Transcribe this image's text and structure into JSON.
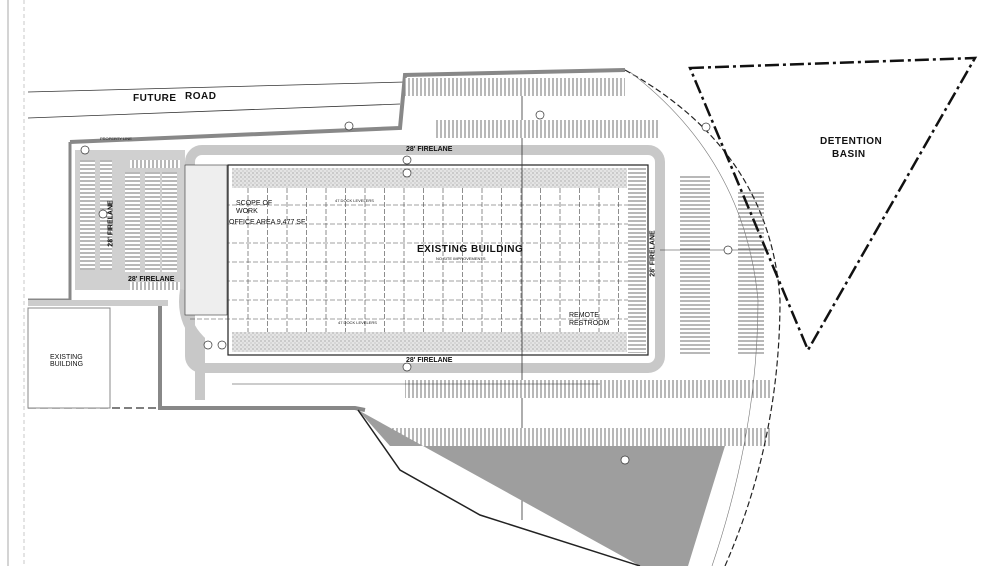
{
  "drawing": {
    "road_label_1": "FUTURE",
    "road_label_2": "ROAD",
    "detention_label_1": "DETENTION",
    "detention_label_2": "BASIN",
    "existing_building": "EXISTING BUILDING",
    "existing_building_note": "NO SITE IMPROVEMENTS",
    "scope_of_work_1": "SCOPE OF",
    "scope_of_work_2": "WORK",
    "office_area": "OFFICE AREA 9,477 SF.",
    "firelane_top": "28' FIRELANE",
    "firelane_bottom": "28' FIRELANE",
    "firelane_right": "28' FIRELANE",
    "firelane_left": "28' FIRELANE",
    "firelane_lot": "28' FIRELANE",
    "remote_restroom_1": "REMOTE",
    "remote_restroom_2": "RESTROOM",
    "left_building_1": "EXISTING",
    "left_building_2": "BUILDING",
    "property_line": "PROPERTY LINE",
    "dock_levelers_top": "47 DOCK LEVELERS",
    "dock_levelers_bottom": "47 DOCK LEVELERS"
  },
  "colors": {
    "line": "#222222",
    "paving": "#c8c8c8",
    "shaded_area": "#9e9e9e"
  }
}
